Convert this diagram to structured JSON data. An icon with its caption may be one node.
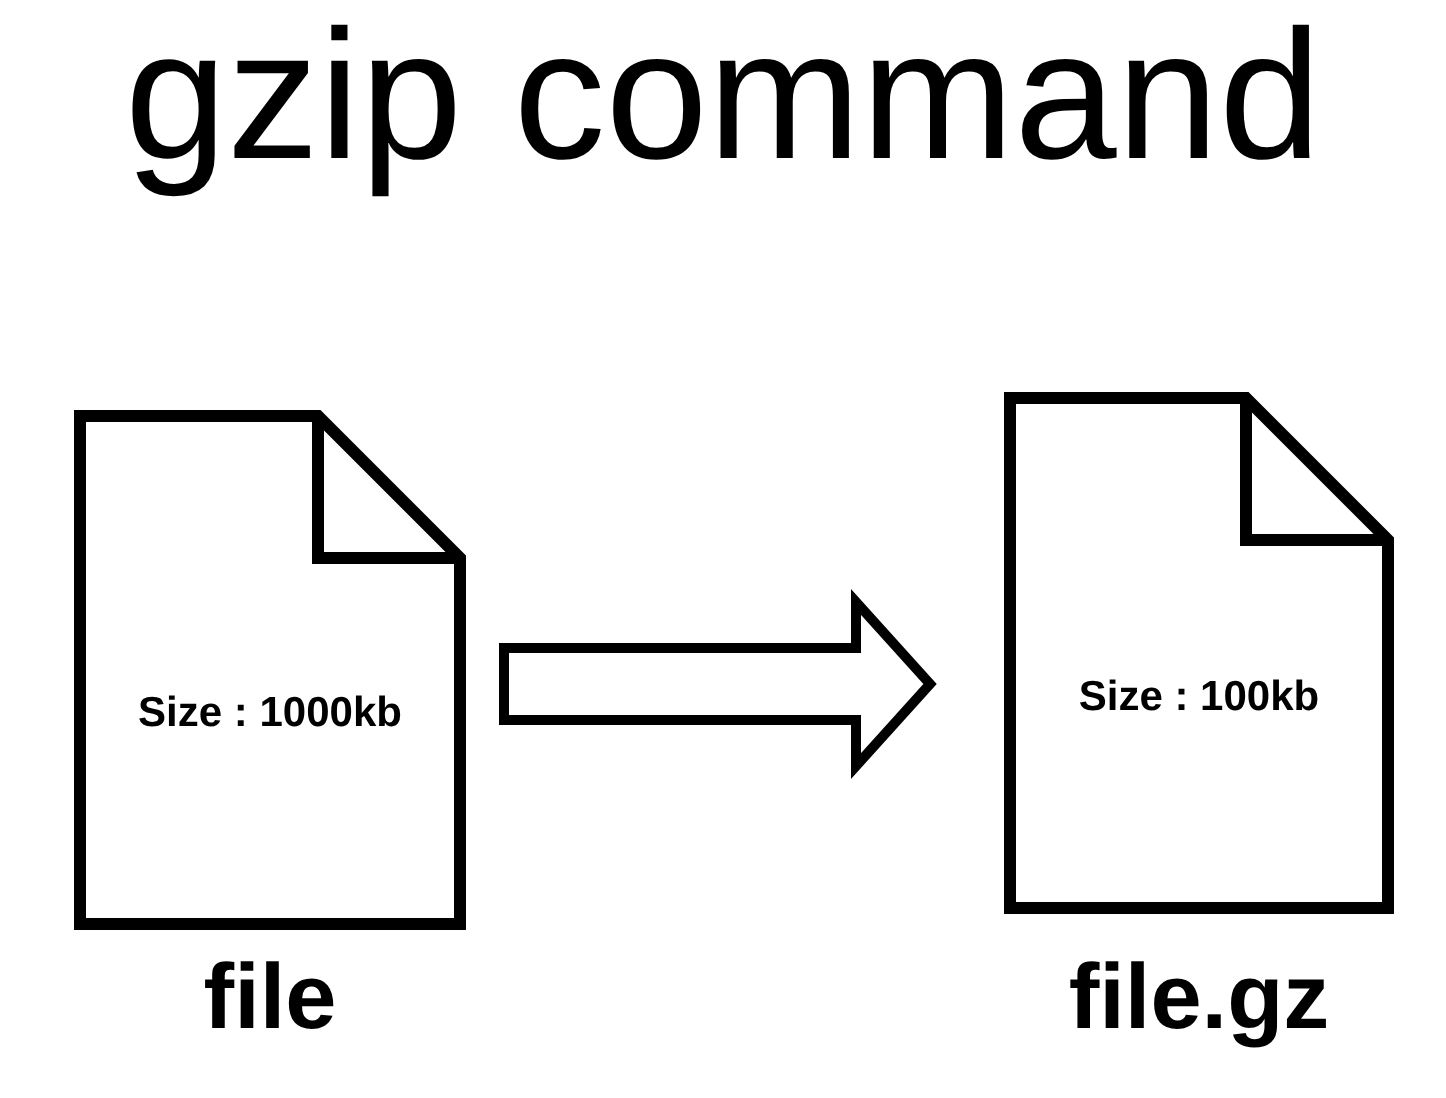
{
  "diagram": {
    "title": "gzip command",
    "nodes": [
      {
        "text": [
          "Size : 1000kb"
        ],
        "beside": [
          "file"
        ]
      },
      {
        "text": [
          "Size : 100kb"
        ],
        "beside": [
          "file.gz"
        ]
      }
    ],
    "edges": [
      {
        "from": 0,
        "to": 1,
        "arrow": "to"
      }
    ]
  }
}
